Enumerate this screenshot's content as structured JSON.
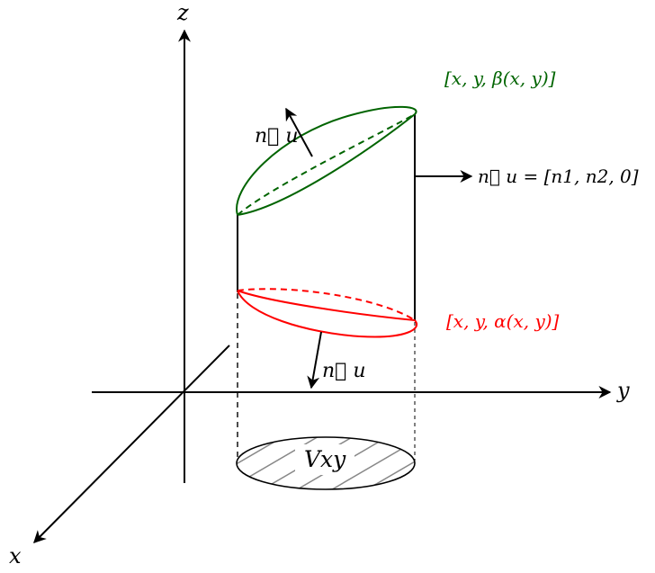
{
  "axes": {
    "x_label": "x",
    "y_label": "y",
    "z_label": "z"
  },
  "labels": {
    "top_surface": "[x, y, β(x, y)]",
    "bottom_surface": "[x, y, α(x, y)]",
    "side_normal": "n⃗ u = [n1, n2, 0]",
    "top_normal": "n⃗ u",
    "bottom_normal": "n⃗ u",
    "region": "Vxy"
  },
  "colors": {
    "top": "#006400",
    "bottom": "#ff0000",
    "axis": "#000000",
    "hatch": "#888888"
  }
}
